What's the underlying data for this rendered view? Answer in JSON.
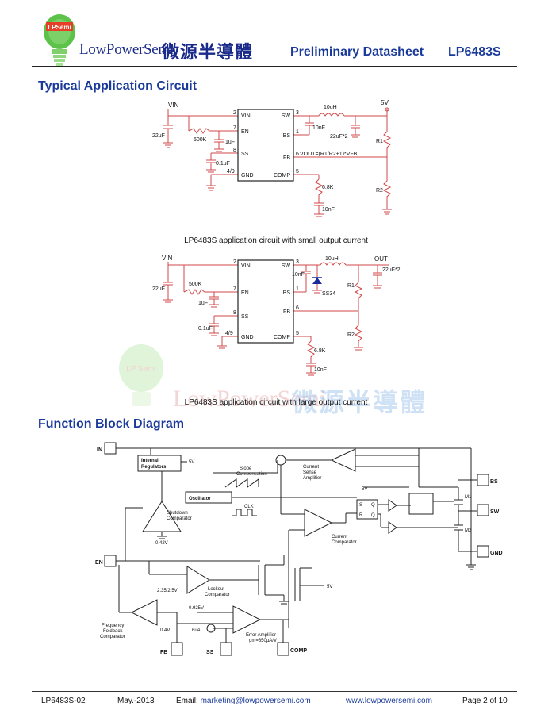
{
  "header": {
    "logo_text": "LPSemi",
    "brand_name": "LowPowerSemi",
    "brand_cn": "微源半導體",
    "doc_type": "Preliminary Datasheet",
    "part_number": "LP6483S"
  },
  "sections": {
    "typical_app": "Typical Application Circuit",
    "block_diagram": "Function Block Diagram"
  },
  "circuit1": {
    "caption": "LP6483S application circuit with small output current",
    "vin": "VIN",
    "vout": "5V",
    "pins": {
      "vin": "VIN",
      "en": "EN",
      "ss": "SS",
      "gnd": "GND",
      "sw": "SW",
      "bs": "BS",
      "fb": "FB",
      "comp": "COMP"
    },
    "pin_nums": {
      "vin": "2",
      "en": "7",
      "ss": "8",
      "gnd": "4/9",
      "sw": "3",
      "bs": "1",
      "fb": "6",
      "comp": "5"
    },
    "parts": {
      "cin": "22uF",
      "ren": "500K",
      "cen": "1uF",
      "css": "0.1uF",
      "cbs": "10nF",
      "l": "10uH",
      "cout": "22uF*2",
      "r1": "R1",
      "r2": "R2",
      "rc": "6.8K",
      "cc": "10nF"
    },
    "formula": "VOUT=(R1/R2+1)*VFB"
  },
  "circuit2": {
    "caption": "LP6483S application circuit with large output current",
    "vin": "VIN",
    "vout": "OUT",
    "pins": {
      "vin": "VIN",
      "en": "EN",
      "ss": "SS",
      "gnd": "GND",
      "sw": "SW",
      "bs": "BS",
      "fb": "FB",
      "comp": "COMP"
    },
    "pin_nums": {
      "vin": "2",
      "en": "7",
      "ss": "8",
      "gnd": "4/9",
      "sw": "3",
      "bs": "1",
      "fb": "6",
      "comp": "5"
    },
    "parts": {
      "cin": "22uF",
      "ren": "500K",
      "cen": "1uF",
      "css": "0.1uF",
      "cbs": "10nF",
      "l": "10uH",
      "diode": "SS34",
      "cout": "22uF*2",
      "r1": "R1",
      "r2": "R2",
      "rc": "6.8K",
      "cc": "10nF"
    }
  },
  "watermark": {
    "logo": "LP Semi",
    "brand": "LowPowerSemi",
    "cn": "微源半導體"
  },
  "block": {
    "pins": {
      "in": "IN",
      "en": "EN",
      "fb": "FB",
      "ss": "SS",
      "comp": "COMP",
      "bs": "BS",
      "sw": "SW",
      "gnd": "GND"
    },
    "internal_regulators": [
      "Internal",
      "Regulators"
    ],
    "reg_out": "5V",
    "oscillator": "Oscillator",
    "slope": [
      "Slope",
      "Compensation"
    ],
    "clk": "CLK",
    "current_sense": [
      "Current",
      "Sense",
      "Amplifier"
    ],
    "shutdown": [
      "Shutdown",
      "Comparator"
    ],
    "shutdown_ref": "0.42V",
    "lockout": [
      "Lockout",
      "Comparator"
    ],
    "lockout_ref": "2.35/2.5V",
    "current_comp": [
      "Current",
      "Comparator"
    ],
    "freq_fb": [
      "Frequency",
      "Foldback",
      "Comparator"
    ],
    "freq_ref": "0.4V",
    "error_amp": [
      "Error Amplifier",
      "gm=850μA/V"
    ],
    "ea_ref": "0.925V",
    "iss": "6uA",
    "sw_5v": "5V",
    "m1": "M1",
    "m2": "M2",
    "lo_5v": "5V",
    "latch_s": "S",
    "latch_r": "R",
    "latch_q": "Q",
    "latch_qb": "Q"
  },
  "footer": {
    "doc_id": "LP6483S-02",
    "date": "May.-2013",
    "email_label": "Email:",
    "email": "marketing@lowpowersemi.com",
    "website": "www.lowpowersemi.com",
    "page": "Page 2 of 10"
  }
}
